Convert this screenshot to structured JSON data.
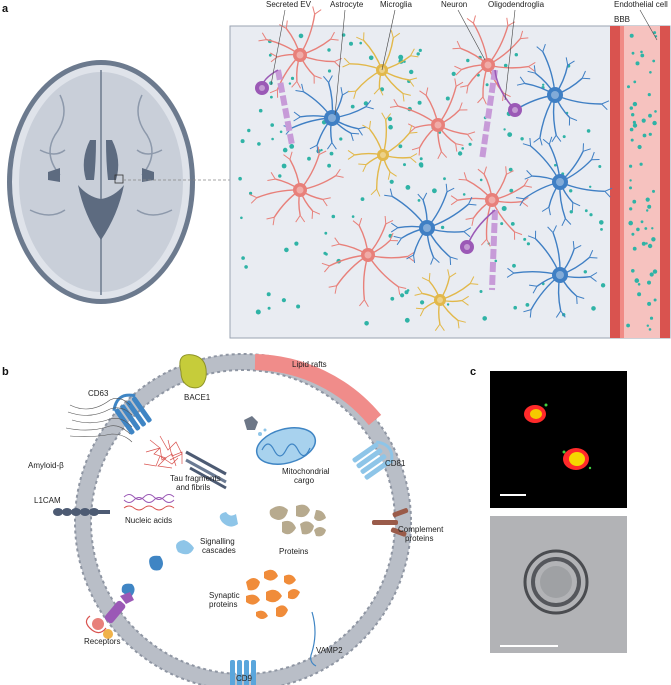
{
  "panels": {
    "a": "a",
    "b": "b",
    "c": "c"
  },
  "panel_a": {
    "labels": {
      "secreted_ev": "Secreted EV",
      "astrocyte": "Astrocyte",
      "microglia": "Microglia",
      "neuron": "Neuron",
      "oligodendroglia": "Oligodendroglia",
      "bbb": "BBB",
      "endothelial_cell": "Endothelial cell"
    },
    "colors": {
      "astrocyte": "#3f7fc4",
      "microglia": "#e2b84a",
      "neuron": "#e8807a",
      "oligodendroglia": "#9b59b6",
      "ev": "#2fb3a6",
      "vessel": "#f2a3a0"
    }
  },
  "panel_b": {
    "labels": {
      "lipid_rafts": "Lipid rafts",
      "bace1": "BACE1",
      "cd63": "CD63",
      "cd81": "CD81",
      "amyloid_beta": "Amyloid-β",
      "tau_line1": "Tau fragments",
      "tau_line2": "and fibrils",
      "mito_line1": "Mitochondrial",
      "mito_line2": "cargo",
      "l1cam": "L1CAM",
      "nucleic_acids": "Nucleic acids",
      "signalling_line1": "Signalling",
      "signalling_line2": "cascades",
      "proteins": "Proteins",
      "complement_line1": "Complement",
      "complement_line2": "proteins",
      "synaptic_line1": "Synaptic",
      "synaptic_line2": "proteins",
      "receptors": "Receptors",
      "vamp2": "VAMP2",
      "cd9": "CD9"
    }
  },
  "panel_c": {
    "micrographs": [
      "fluorescence",
      "electron microscopy"
    ]
  }
}
